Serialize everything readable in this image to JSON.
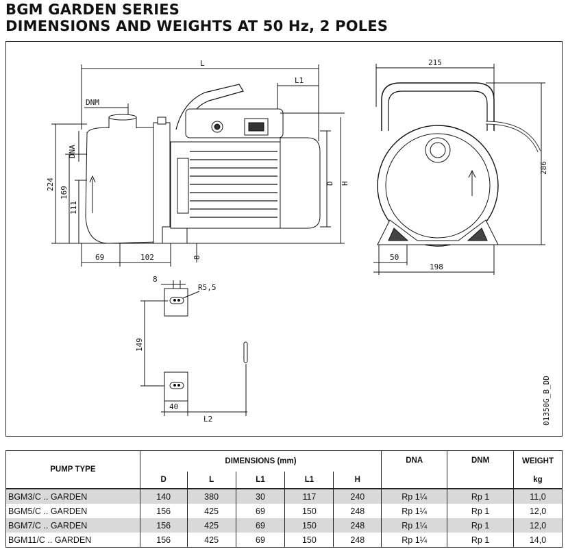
{
  "header": {
    "title_line1": "BGM GARDEN SERIES",
    "title_line2": "DIMENSIONS AND WEIGHTS AT 50 Hz, 2 POLES"
  },
  "drawing": {
    "code": "01350G_B_DD",
    "side_view_labels": {
      "L": "L",
      "L1": "L1",
      "DNM": "DNM",
      "DNA": "DNA",
      "D": "D",
      "H": "H",
      "dim_224": "224",
      "dim_169": "169",
      "dim_111": "111",
      "dim_69": "69",
      "dim_102": "102",
      "dim_8": "8"
    },
    "front_view_labels": {
      "dim_215": "215",
      "dim_286": "286",
      "dim_50": "50",
      "dim_198": "198"
    },
    "foot_detail_labels": {
      "dim_8": "8",
      "R55": "R5,5",
      "dim_149": "149",
      "dim_40": "40",
      "L2": "L2"
    }
  },
  "table": {
    "headers": {
      "pump_type": "PUMP TYPE",
      "dimensions": "DIMENSIONS (mm)",
      "dna": "DNA",
      "dnm": "DNM",
      "weight": "WEIGHT",
      "weight_unit": "kg"
    },
    "dim_columns": [
      "D",
      "L",
      "L1",
      "L1",
      "H"
    ],
    "rows": [
      {
        "type": "BGM3/C .. GARDEN",
        "D": "140",
        "L": "380",
        "L1a": "30",
        "L1b": "117",
        "H": "240",
        "DNA": "Rp 1¼",
        "DNM": "Rp 1",
        "weight": "11,0"
      },
      {
        "type": "BGM5/C .. GARDEN",
        "D": "156",
        "L": "425",
        "L1a": "69",
        "L1b": "150",
        "H": "248",
        "DNA": "Rp 1¼",
        "DNM": "Rp 1",
        "weight": "12,0"
      },
      {
        "type": "BGM7/C .. GARDEN",
        "D": "156",
        "L": "425",
        "L1a": "69",
        "L1b": "150",
        "H": "248",
        "DNA": "Rp 1¼",
        "DNM": "Rp 1",
        "weight": "12,0"
      },
      {
        "type": "BGM11/C .. GARDEN",
        "D": "156",
        "L": "425",
        "L1a": "69",
        "L1b": "150",
        "H": "248",
        "DNA": "Rp 1¼",
        "DNM": "Rp 1",
        "weight": "14,0"
      }
    ]
  }
}
